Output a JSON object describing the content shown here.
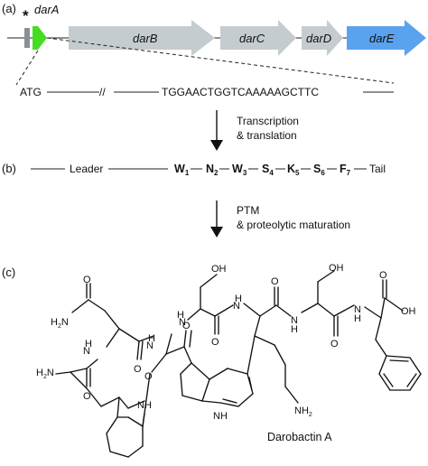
{
  "panels": {
    "a": "(a)",
    "b": "(b)",
    "c": "(c)"
  },
  "genes": {
    "star": "*",
    "darA": "darA",
    "darB": "darB",
    "darC": "darC",
    "darD": "darD",
    "darE": "darE"
  },
  "colors": {
    "darA": "#44dd22",
    "grey_gene": "#c5cccf",
    "darE": "#5aa2ee",
    "marker": "#8a8f96"
  },
  "sequence": {
    "start": "ATG",
    "break_mark": "//",
    "end": "TGGAACTGGTCAAAAAGCTTC"
  },
  "step1": {
    "line1": "Transcription",
    "line2": "& translation"
  },
  "peptide": {
    "leader": "Leader",
    "tail": "Tail",
    "residues": [
      {
        "letter": "W",
        "sub": "1"
      },
      {
        "letter": "N",
        "sub": "2"
      },
      {
        "letter": "W",
        "sub": "3"
      },
      {
        "letter": "S",
        "sub": "4"
      },
      {
        "letter": "K",
        "sub": "5"
      },
      {
        "letter": "S",
        "sub": "6"
      },
      {
        "letter": "F",
        "sub": "7"
      }
    ]
  },
  "step2": {
    "line1": "PTM",
    "line2": "& proteolytic maturation"
  },
  "structure": {
    "name": "Darobactin A",
    "atoms": {
      "o_asn": "O",
      "h2n_asn": "H2N",
      "nh_1": "N",
      "nh_2": "N",
      "nh_3": "N",
      "nh_4": "N",
      "nh_5": "N",
      "o_top1": "O",
      "o_top2": "O",
      "o_top3": "O",
      "o_low1": "O",
      "o_low2": "O",
      "o_low3": "O",
      "oh_ser1": "OH",
      "oh_ser2": "OH",
      "o_acid": "O",
      "oh_acid": "OH",
      "h_nh": "H",
      "h2n_term": "H2N",
      "ether_o": "O",
      "nh_indole1": "NH",
      "nh_indole2": "NH",
      "nh2_lys": "NH2"
    }
  }
}
